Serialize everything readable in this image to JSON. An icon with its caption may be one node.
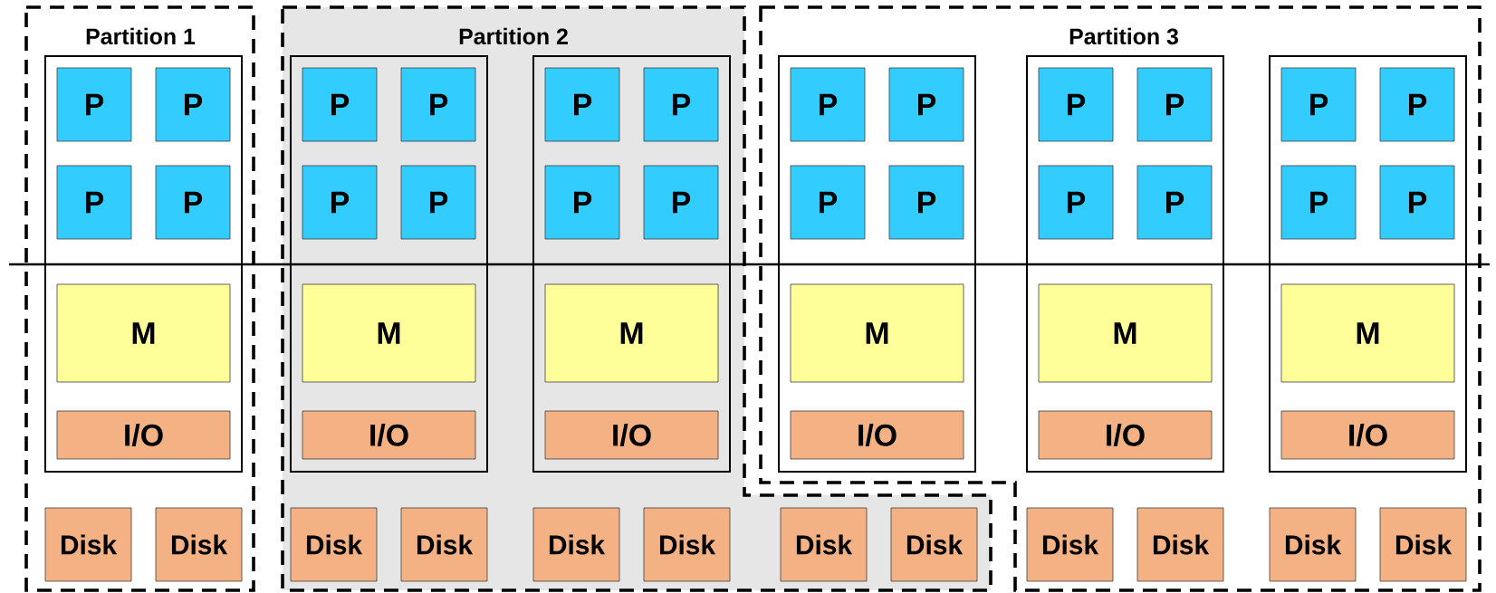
{
  "diagram": {
    "nodes": [
      {
        "text": [
          "Partition 1"
        ]
      },
      {
        "text": [],
        "shape": "box",
        "in": 0
      },
      {
        "text": [
          "P"
        ],
        "in": 1
      },
      {
        "text": [
          "P"
        ],
        "in": 1
      },
      {
        "text": [
          "P"
        ],
        "in": 1
      },
      {
        "text": [
          "P"
        ],
        "in": 1
      },
      {
        "text": [
          "M"
        ],
        "in": 1
      },
      {
        "text": [
          "I/O"
        ],
        "in": 1
      },
      {
        "text": [
          "Disk"
        ],
        "in": 0
      },
      {
        "text": [
          "Disk"
        ],
        "in": 0
      },
      {
        "text": [
          "Partition 2"
        ]
      },
      {
        "text": [],
        "shape": "box",
        "in": 10
      },
      {
        "text": [
          "P"
        ],
        "in": 11
      },
      {
        "text": [
          "P"
        ],
        "in": 11
      },
      {
        "text": [
          "P"
        ],
        "in": 11
      },
      {
        "text": [
          "P"
        ],
        "in": 11
      },
      {
        "text": [
          "M"
        ],
        "in": 11
      },
      {
        "text": [
          "I/O"
        ],
        "in": 11
      },
      {
        "text": [],
        "shape": "box",
        "in": 10
      },
      {
        "text": [
          "P"
        ],
        "in": 18
      },
      {
        "text": [
          "P"
        ],
        "in": 18
      },
      {
        "text": [
          "P"
        ],
        "in": 18
      },
      {
        "text": [
          "P"
        ],
        "in": 18
      },
      {
        "text": [
          "M"
        ],
        "in": 18
      },
      {
        "text": [
          "I/O"
        ],
        "in": 18
      },
      {
        "text": [
          "Disk"
        ],
        "in": 10
      },
      {
        "text": [
          "Disk"
        ],
        "in": 10
      },
      {
        "text": [
          "Disk"
        ],
        "in": 10
      },
      {
        "text": [
          "Disk"
        ],
        "in": 10
      },
      {
        "text": [
          "Disk"
        ],
        "in": 10
      },
      {
        "text": [
          "Disk"
        ],
        "in": 10
      },
      {
        "text": [
          "Partition 3"
        ]
      },
      {
        "text": [],
        "shape": "box",
        "in": 31
      },
      {
        "text": [
          "P"
        ],
        "in": 32
      },
      {
        "text": [
          "P"
        ],
        "in": 32
      },
      {
        "text": [
          "P"
        ],
        "in": 32
      },
      {
        "text": [
          "P"
        ],
        "in": 32
      },
      {
        "text": [
          "M"
        ],
        "in": 32
      },
      {
        "text": [
          "I/O"
        ],
        "in": 32
      },
      {
        "text": [],
        "shape": "box",
        "in": 31
      },
      {
        "text": [
          "P"
        ],
        "in": 39
      },
      {
        "text": [
          "P"
        ],
        "in": 39
      },
      {
        "text": [
          "P"
        ],
        "in": 39
      },
      {
        "text": [
          "P"
        ],
        "in": 39
      },
      {
        "text": [
          "M"
        ],
        "in": 39
      },
      {
        "text": [
          "I/O"
        ],
        "in": 39
      },
      {
        "text": [],
        "shape": "box",
        "in": 31
      },
      {
        "text": [
          "P"
        ],
        "in": 46
      },
      {
        "text": [
          "P"
        ],
        "in": 46
      },
      {
        "text": [
          "P"
        ],
        "in": 46
      },
      {
        "text": [
          "P"
        ],
        "in": 46
      },
      {
        "text": [
          "M"
        ],
        "in": 46
      },
      {
        "text": [
          "I/O"
        ],
        "in": 46
      },
      {
        "text": [
          "Disk"
        ],
        "in": 31
      },
      {
        "text": [
          "Disk"
        ],
        "in": 31
      },
      {
        "text": [
          "Disk"
        ],
        "in": 31
      },
      {
        "text": [
          "Disk"
        ],
        "in": 31
      }
    ]
  }
}
